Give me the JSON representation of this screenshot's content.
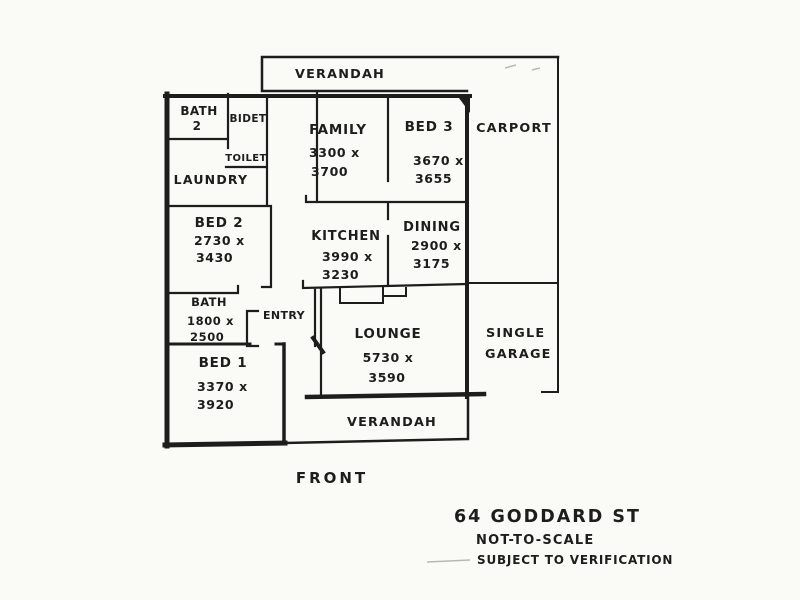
{
  "document": {
    "front_label": "FRONT",
    "address": "64 GODDARD ST",
    "scale_note": "NOT-TO-SCALE",
    "verification_note": "SUBJECT TO VERIFICATION"
  },
  "plan": {
    "verandah_top_label": "VERANDAH",
    "verandah_bottom_label": "VERANDAH",
    "carport_label": "CARPORT",
    "garage_label_line1": "SINGLE",
    "garage_label_line2": "GARAGE",
    "rooms": {
      "bath2": {
        "name_line1": "BATH",
        "name_line2": "2"
      },
      "bidet": {
        "name": "BIDET"
      },
      "toilet": {
        "name": "TOILET"
      },
      "laundry": {
        "name": "LAUNDRY"
      },
      "family": {
        "name": "FAMILY",
        "dim_line1": "3300 x",
        "dim_line2": "3700"
      },
      "bed3": {
        "name": "BED 3",
        "dim_line1": "3670 x",
        "dim_line2": "3655"
      },
      "bed2": {
        "name": "BED 2",
        "dim_line1": "2730 x",
        "dim_line2": "3430"
      },
      "kitchen": {
        "name": "KITCHEN",
        "dim_line1": "3990 x",
        "dim_line2": "3230"
      },
      "dining": {
        "name": "DINING",
        "dim_line1": "2900 x",
        "dim_line2": "3175"
      },
      "bath": {
        "name": "BATH",
        "dim_line1": "1800 x",
        "dim_line2": "2500"
      },
      "entry": {
        "name": "ENTRY"
      },
      "bed1": {
        "name": "BED 1",
        "dim_line1": "3370 x",
        "dim_line2": "3920"
      },
      "lounge": {
        "name": "LOUNGE",
        "dim_line1": "5730 x",
        "dim_line2": "3590"
      }
    }
  },
  "colors": {
    "ink": "#1d1d1b",
    "paper": "#fafaf7",
    "faint": "#b9b9b4"
  }
}
